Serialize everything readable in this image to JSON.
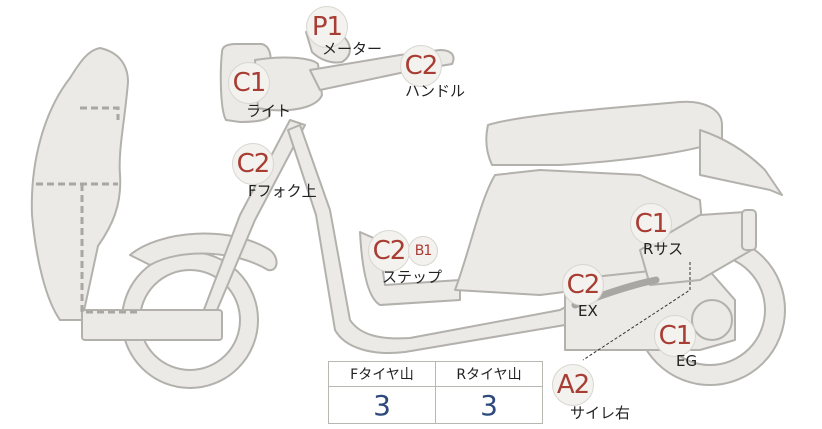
{
  "markers": [
    {
      "id": "meter",
      "grade": "P1",
      "label": "メーター"
    },
    {
      "id": "handle",
      "grade": "C2",
      "label": "ハンドル"
    },
    {
      "id": "light",
      "grade": "C1",
      "label": "ライト"
    },
    {
      "id": "ffork",
      "grade": "C2",
      "label": "Fフォク上"
    },
    {
      "id": "step",
      "grade": "C2",
      "grade2": "B1",
      "label": "ステップ"
    },
    {
      "id": "rsus",
      "grade": "C1",
      "label": "Rサス"
    },
    {
      "id": "ex",
      "grade": "C2",
      "label": "EX"
    },
    {
      "id": "eg",
      "grade": "C1",
      "label": "EG"
    },
    {
      "id": "side",
      "grade": "A2",
      "label": "サイレ右"
    }
  ],
  "tread": {
    "front_label": "Fタイヤ山",
    "rear_label": "Rタイヤ山",
    "front_value": "3",
    "rear_value": "3"
  },
  "colors": {
    "body_fill": "#ebeae6",
    "outline": "#b3b1ac",
    "grade_text": "#a83d34",
    "value_text": "#2e4a7d"
  }
}
